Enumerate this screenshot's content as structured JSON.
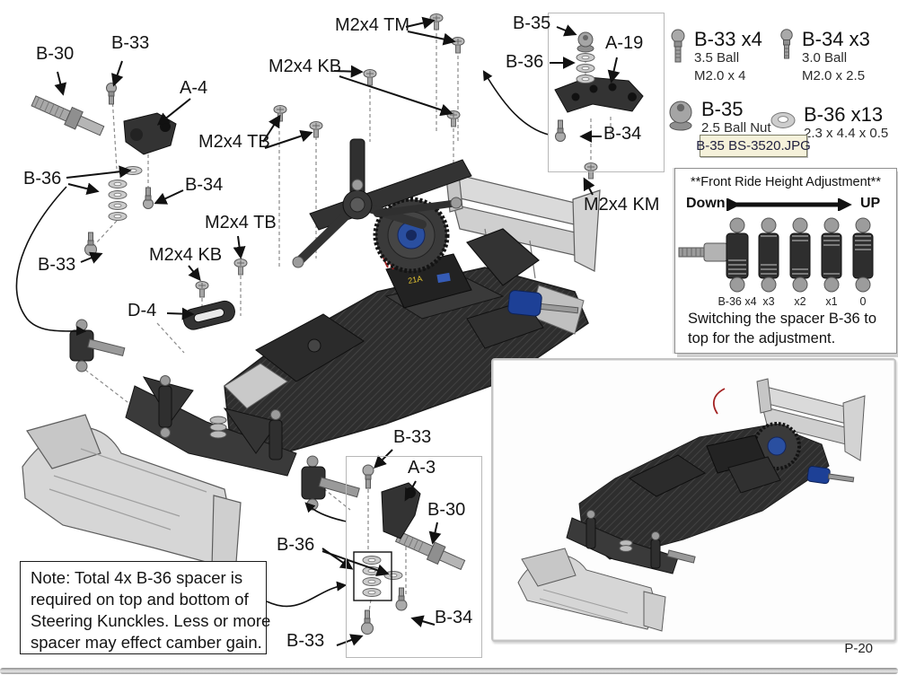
{
  "page": {
    "number": "P-20"
  },
  "colors": {
    "accent_blue": "#2a4fa0",
    "tooltip_bg": "#f5f1da",
    "part_light": "#d6d6d6",
    "part_dark": "#2e2e2e"
  },
  "diagram": {
    "esc_label": "21A",
    "callouts": [
      {
        "text": "B-30"
      },
      {
        "text": "B-33"
      },
      {
        "text": "A-4"
      },
      {
        "text": "B-36"
      },
      {
        "text": "B-34"
      },
      {
        "text": "B-33"
      },
      {
        "text": "M2x4 TB"
      },
      {
        "text": "M2x4 KB"
      },
      {
        "text": "M2x4 TM"
      },
      {
        "text": "M2x4 KB"
      },
      {
        "text": "M2x4 TB"
      },
      {
        "text": "D-4"
      },
      {
        "text": "B-35"
      },
      {
        "text": "B-36"
      },
      {
        "text": "A-19"
      },
      {
        "text": "B-34"
      },
      {
        "text": "M2x4 KM"
      },
      {
        "text": "B-33"
      },
      {
        "text": "A-3"
      },
      {
        "text": "B-30"
      },
      {
        "text": "B-36"
      },
      {
        "text": "B-34"
      },
      {
        "text": "B-33"
      }
    ]
  },
  "legend": {
    "items": [
      {
        "id": "B-33 x4",
        "icon": "ball-stud-icon",
        "specs": [
          "3.5 Ball",
          "M2.0 x 4"
        ]
      },
      {
        "id": "B-34 x3",
        "icon": "ball-stud-icon",
        "specs": [
          "3.0 Ball",
          "M2.0 x 2.5"
        ]
      },
      {
        "id": "B-35",
        "icon": "ball-nut-icon",
        "specs": [
          "2.5 Ball Nut"
        ]
      },
      {
        "id": "B-36 x13",
        "icon": "washer-icon",
        "specs": [
          "2.3 x 4.4 x 0.5"
        ]
      }
    ],
    "filename_tooltip": "B-35 BS-3520.JPG"
  },
  "ride_height": {
    "title": "**Front Ride Height Adjustment**",
    "down": "Down",
    "up": "UP",
    "spacer_labels": [
      "B-36 x4",
      "x3",
      "x2",
      "x1",
      "0"
    ],
    "caption": [
      "Switching the spacer B-36 to",
      "top for the adjustment."
    ]
  },
  "note": {
    "lines": [
      "Note: Total 4x B-36 spacer is",
      "required on top and bottom of",
      "Steering Kunckles. Less or more",
      "spacer may effect camber gain."
    ]
  }
}
